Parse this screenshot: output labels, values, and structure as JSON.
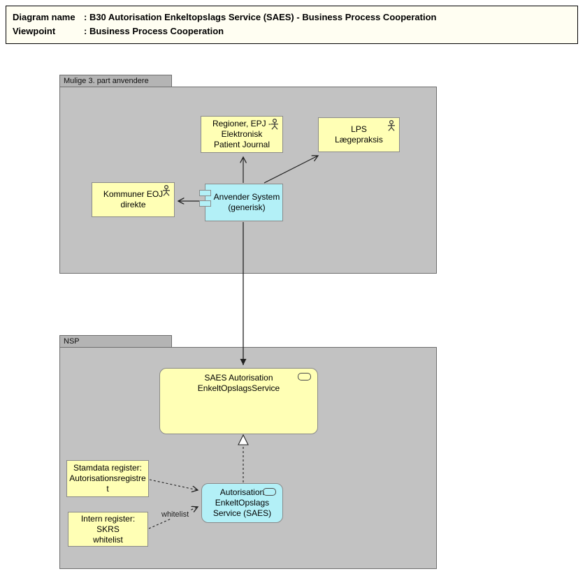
{
  "header": {
    "rows": [
      {
        "label": "Diagram name",
        "value": ": B30 Autorisation Enkeltopslags Service (SAES) - Business Process Cooperation"
      },
      {
        "label": "Viewpoint",
        "value": ": Business Process Cooperation"
      }
    ]
  },
  "groups": {
    "third_party": {
      "label": "Mulige 3. part anvendere"
    },
    "nsp": {
      "label": "NSP"
    }
  },
  "nodes": {
    "regioner": {
      "label": "Regioner, EPJ -\nElektronisk\nPatient Journal",
      "icon": "actor-icon"
    },
    "lps": {
      "label": "LPS\nLægepraksis",
      "icon": "actor-icon"
    },
    "kommuner": {
      "label": "Kommuner EOJ\ndirekte",
      "icon": "actor-icon"
    },
    "anvender": {
      "label": "Anvender System\n(generisk)",
      "icon": "component-icon"
    },
    "saes_service": {
      "label": "SAES Autorisation\nEnkeltOpslagsService",
      "icon": "service-icon"
    },
    "autorisation": {
      "label": "Autorisation\nEnkeltOpslags\nService (SAES)",
      "icon": "service-icon"
    },
    "stamdata": {
      "label": "Stamdata register:\nAutorisationsregistre\nt",
      "icon": "none"
    },
    "intern": {
      "label": "Intern register: SKRS\nwhitelist",
      "icon": "none"
    }
  },
  "edges": {
    "whitelist_label": "whitelist"
  },
  "colors": {
    "business_yellow": "#ffffb5",
    "application_cyan": "#b3f0f7",
    "group_gray": "#c2c2c2",
    "group_tab_gray": "#b4b4b4",
    "line": "#222222"
  }
}
